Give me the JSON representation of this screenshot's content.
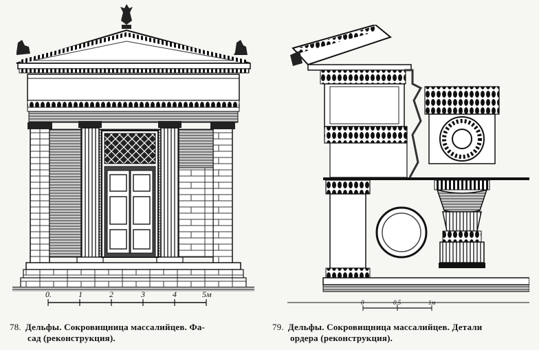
{
  "figure_78": {
    "number": "78.",
    "caption_line1": "Дельфы. Сокровищница массалийцев. Фа-",
    "caption_line2": "сад (реконструкция).",
    "scale_labels": [
      "0.",
      "1",
      "2",
      "3",
      "4",
      "5м"
    ]
  },
  "figure_79": {
    "number": "79.",
    "caption_line1": "Дельфы. Сокровищница массалийцев. Детали",
    "caption_line2": "ордера (реконструкция).",
    "scale_labels": [
      "0",
      "0,5",
      "1м"
    ]
  }
}
